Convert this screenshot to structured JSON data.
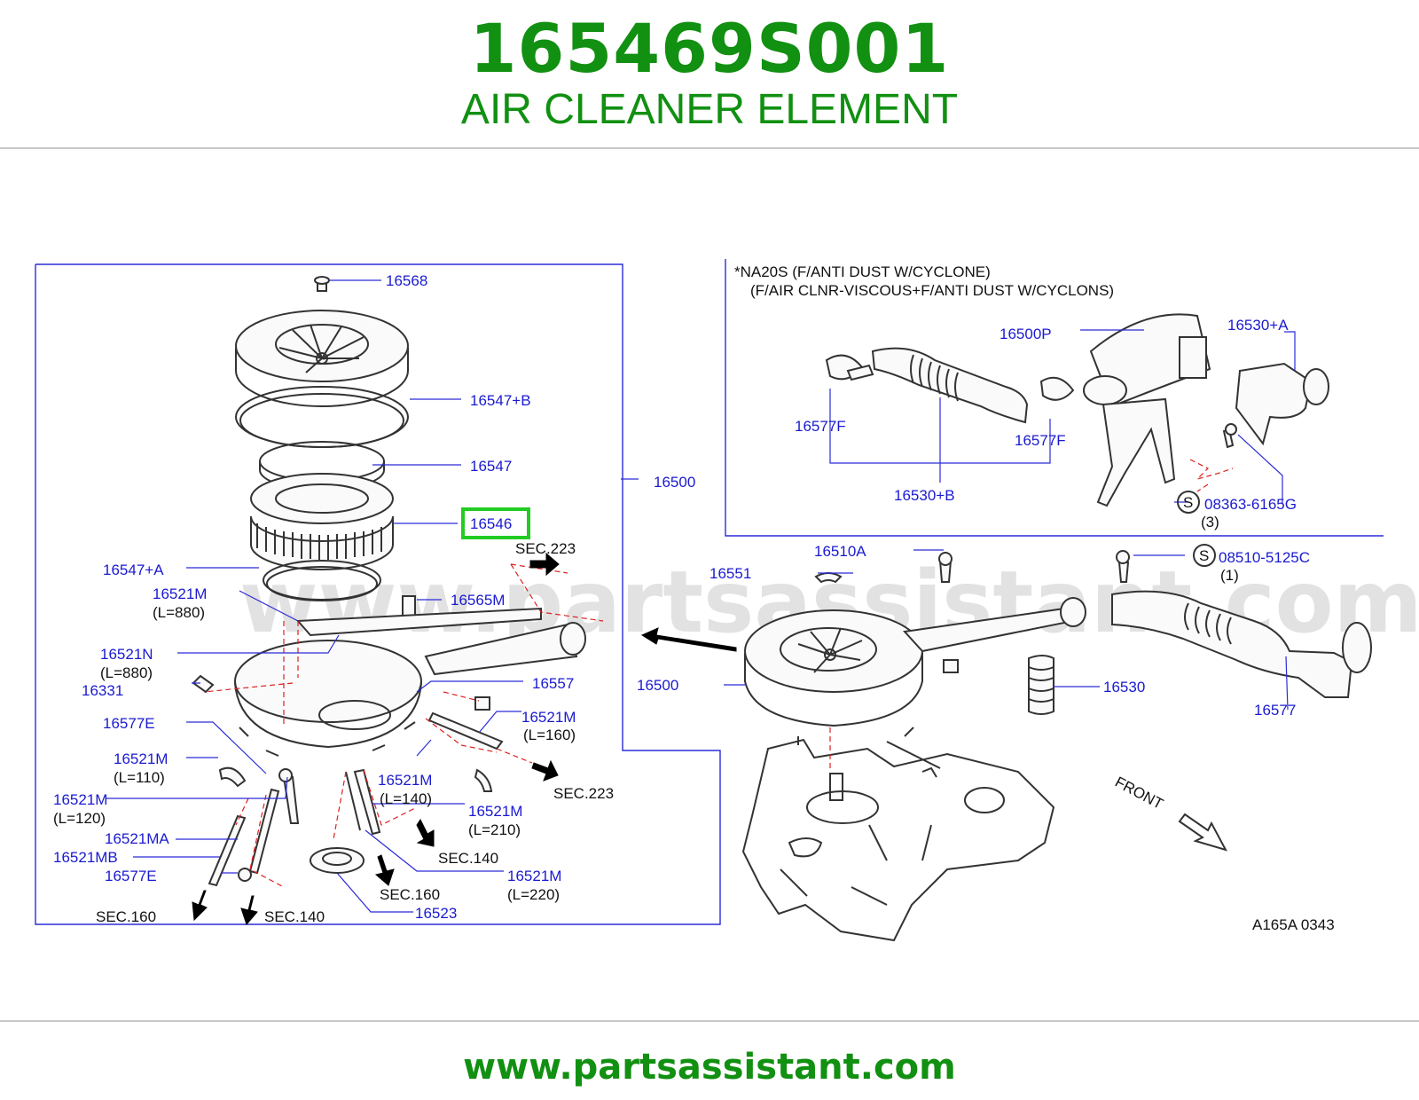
{
  "header": {
    "part_number": "165469S001",
    "part_name": "AIR CLEANER ELEMENT"
  },
  "footer": {
    "url": "www.partsassistant.com"
  },
  "watermark": "www.partsassistant.com",
  "highlight_color": "#22cc22",
  "brand_color": "#119011",
  "callouts": {
    "c16568": "16568",
    "c16547B": "16547+B",
    "c16547": "16547",
    "c16546": "16546",
    "c16500_left": "16500",
    "c16547A": "16547+A",
    "c16521M_880": "16521M",
    "l880a": "(L=880)",
    "c16565M": "16565M",
    "c16521N": "16521N",
    "l880b": "(L=880)",
    "c16331": "16331",
    "c16557": "16557",
    "c16577E_a": "16577E",
    "c16521M_160": "16521M",
    "l160": "(L=160)",
    "c16521M_110": "16521M",
    "l110": "(L=110)",
    "c16521M_140": "16521M",
    "l140": "(L=140)",
    "c16521M_120": "16521M",
    "l120": "(L=120)",
    "c16521M_210": "16521M",
    "l210": "(L=210)",
    "c16521MA": "16521MA",
    "c16521MB": "16521MB",
    "c16577E_b": "16577E",
    "c16521M_220": "16521M",
    "l220": "(L=220)",
    "c16523": "16523",
    "c16500P": "16500P",
    "c16530A": "16530+A",
    "c16577F_a": "16577F",
    "c16577F_b": "16577F",
    "c16530B": "16530+B",
    "c08363": "08363-6165G",
    "q3": "(3)",
    "c16510A": "16510A",
    "c16551": "16551",
    "c08510": "08510-5125C",
    "q1": "(1)",
    "c16500_right": "16500",
    "c16530": "16530",
    "c16577": "16577",
    "s1": "S",
    "s2": "S"
  },
  "refs": {
    "sec223a": "SEC.223",
    "sec223b": "SEC.223",
    "sec140a": "SEC.140",
    "sec160a": "SEC.160",
    "sec160b": "SEC.160",
    "sec140b": "SEC.140"
  },
  "inset_note": {
    "line1": "*NA20S   (F/ANTI   DUST   W/CYCLONE)",
    "line2": "(F/AIR   CLNR-VISCOUS+F/ANTI   DUST   W/CYCLONS)"
  },
  "front_label": "FRONT",
  "drawing_code": "A165A   0343"
}
